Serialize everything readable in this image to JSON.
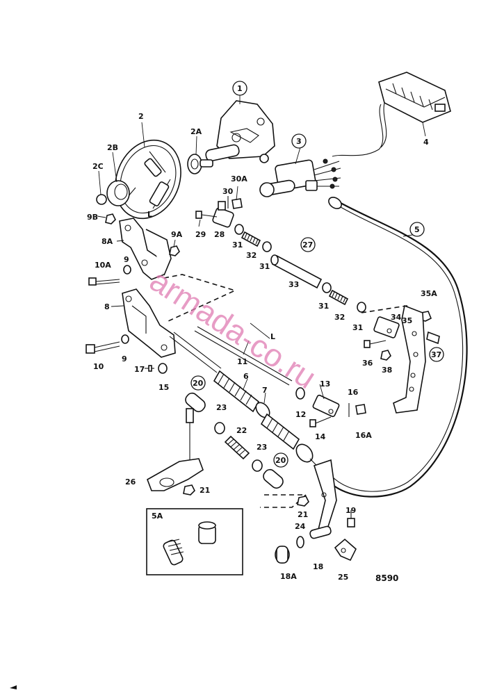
{
  "watermark": "armada-co.ru",
  "figure_code": "8590",
  "inset_label": "5A",
  "labels": {
    "p1": "1",
    "p2": "2",
    "p2a": "2A",
    "p2b": "2B",
    "p2c": "2C",
    "p3": "3",
    "p4": "4",
    "p5": "5",
    "p5a": "5A",
    "p6": "6",
    "p7": "7",
    "p8": "8",
    "p8a": "8A",
    "p9a": "9",
    "p9b": "9",
    "p9A": "9A",
    "p9B": "9B",
    "p10": "10",
    "p10a": "10A",
    "p11": "11",
    "pL1": "L",
    "pL2": "L",
    "p12": "12",
    "p13": "13",
    "p14": "14",
    "p15": "15",
    "p16": "16",
    "p16a": "16A",
    "p17": "17",
    "p18": "18",
    "p18a": "18A",
    "p19": "19",
    "p20a": "20",
    "p20b": "20",
    "p21a": "21",
    "p21b": "21",
    "p22": "22",
    "p23a": "23",
    "p23b": "23",
    "p24": "24",
    "p25": "25",
    "p26": "26",
    "p27": "27",
    "p28": "28",
    "p29": "29",
    "p30": "30",
    "p30a": "30A",
    "p31a": "31",
    "p31b": "31",
    "p31c": "31",
    "p31d": "31",
    "p32a": "32",
    "p32b": "32",
    "p33": "33",
    "p34": "34",
    "p35": "35",
    "p35a": "35A",
    "p36": "36",
    "p37": "37",
    "p38": "38"
  }
}
